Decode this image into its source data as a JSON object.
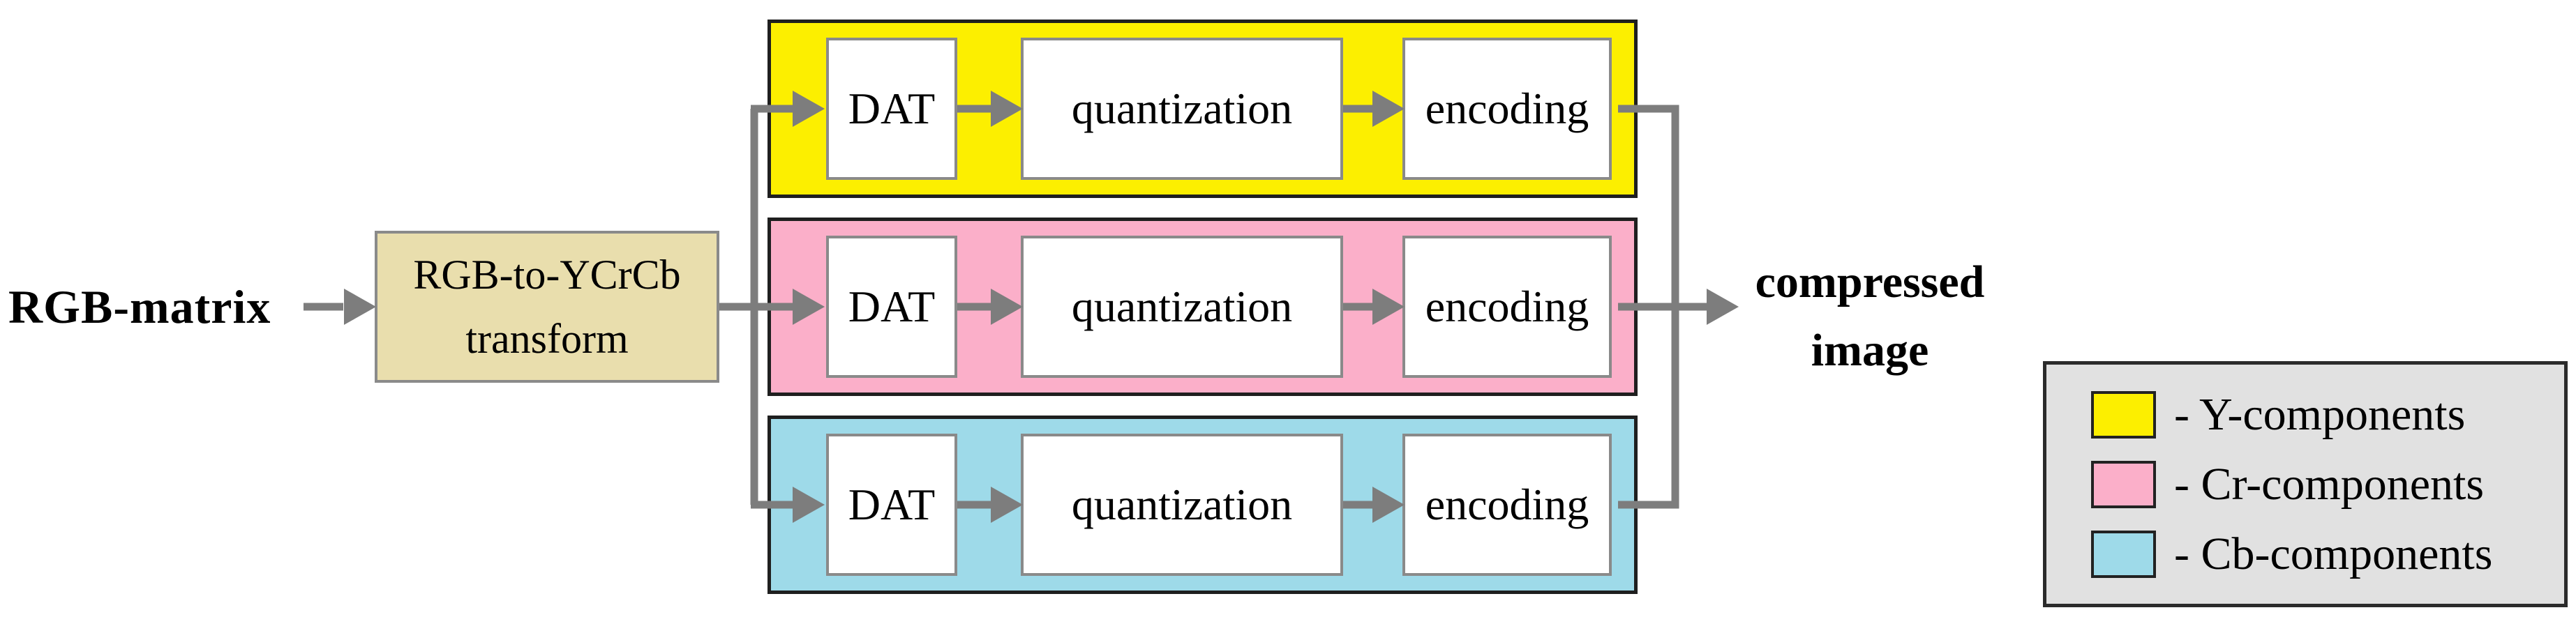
{
  "diagram": {
    "input_label": "RGB-matrix",
    "transform_box": {
      "line1": "RGB-to-YCrCb",
      "line2": "transform"
    },
    "output_label": {
      "line1": "compressed",
      "line2": "image"
    },
    "rows": [
      {
        "id": "y",
        "color": "#FCEF00",
        "steps": [
          "DAT",
          "quantization",
          "encoding"
        ]
      },
      {
        "id": "cr",
        "color": "#FBAFC9",
        "steps": [
          "DAT",
          "quantization",
          "encoding"
        ]
      },
      {
        "id": "cb",
        "color": "#9EDAE9",
        "steps": [
          "DAT",
          "quantization",
          "encoding"
        ]
      }
    ],
    "legend": {
      "items": [
        {
          "color": "#FCEF00",
          "label": "- Y-components"
        },
        {
          "color": "#FBAFC9",
          "label": "- Cr-components"
        },
        {
          "color": "#9EDAE9",
          "label": "- Cb-components"
        }
      ]
    },
    "colors": {
      "transform_box_fill": "#E9DEAD",
      "transform_box_border": "#8A8A8A",
      "row_border": "#1F1F1F",
      "inner_box_border": "#8A8A8A",
      "connector": "#7D7D7D",
      "legend_fill": "#E1E1E1",
      "legend_border": "#2B2B2B",
      "text": "#000000"
    }
  }
}
